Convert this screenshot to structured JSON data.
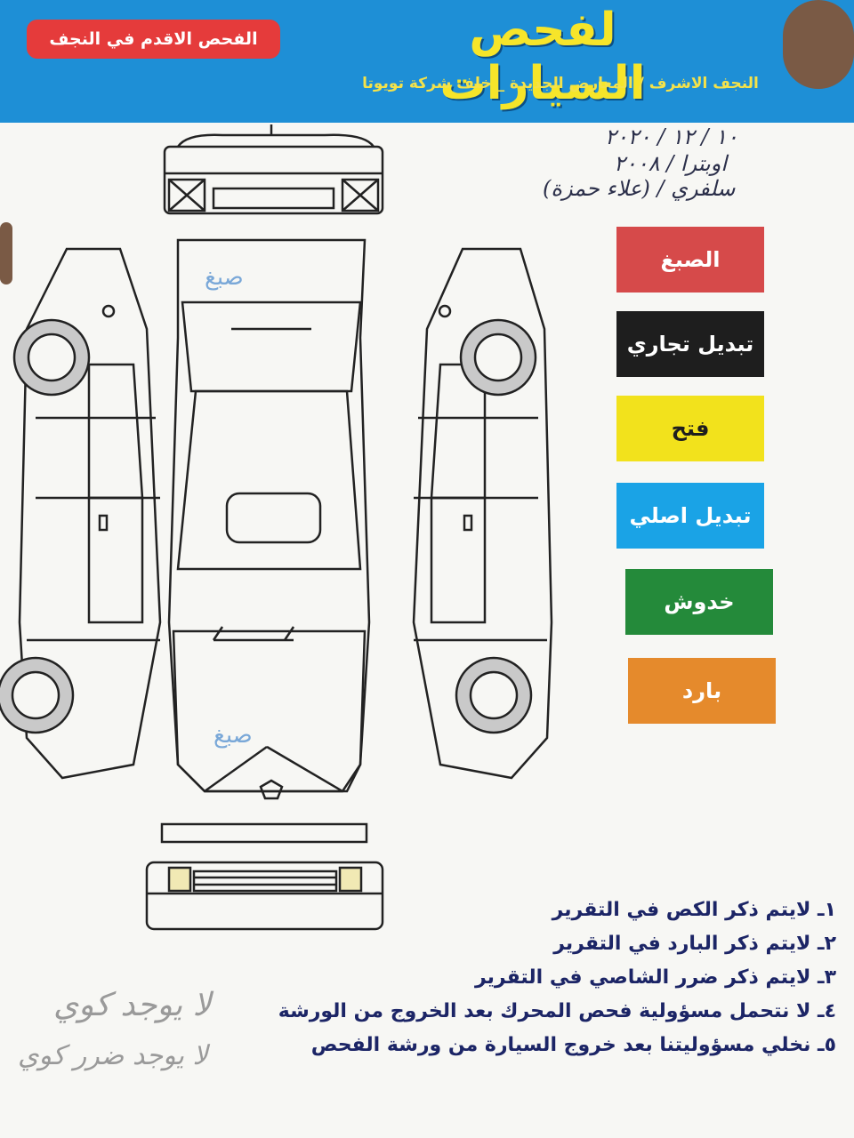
{
  "header": {
    "title": "لفحص السيارات",
    "badge": "الفحص الاقدم في النجف",
    "address": "النجف الاشرف / المعارض الجديدة _ خلف شركة تويوتا"
  },
  "handwriting": {
    "line1": "١٠ / ١٢ / ٢٠٢٠",
    "line2": "اوبترا / ٢٠٠٨",
    "line3": "سلفري / (علاء حمزة)"
  },
  "legend": [
    {
      "label": "الصبغ",
      "color": "#d64a4a",
      "text_color": "#ffffff"
    },
    {
      "label": "تبديل تجاري",
      "color": "#1e1e1e",
      "text_color": "#ffffff"
    },
    {
      "label": "فتح",
      "color": "#f2e21c",
      "text_color": "#1e1e1e"
    },
    {
      "label": "تبديل اصلي",
      "color": "#1aa3e6",
      "text_color": "#ffffff"
    },
    {
      "label": "خدوش",
      "color": "#248a3a",
      "text_color": "#ffffff"
    },
    {
      "label": "بارد",
      "color": "#e58a2c",
      "text_color": "#ffffff"
    }
  ],
  "diagram_marks": {
    "mark_left": "صبغ",
    "mark_right": "صبغ"
  },
  "notes": [
    "١ـ لايتم ذكر الكص في التقرير",
    "٢ـ لايتم ذكر البارد في التقرير",
    "٣ـ لايتم ذكر ضرر الشاصي في التقرير",
    "٤ـ لا نتحمل مسؤولية فحص المحرك بعد الخروج من الورشة",
    "٥ـ نخلي مسؤوليتنا بعد خروج السيارة من ورشة الفحص"
  ],
  "pencil_notes": {
    "line1": "لا يوجد كوي",
    "line2": "لا يوجد ضرر كوي"
  }
}
